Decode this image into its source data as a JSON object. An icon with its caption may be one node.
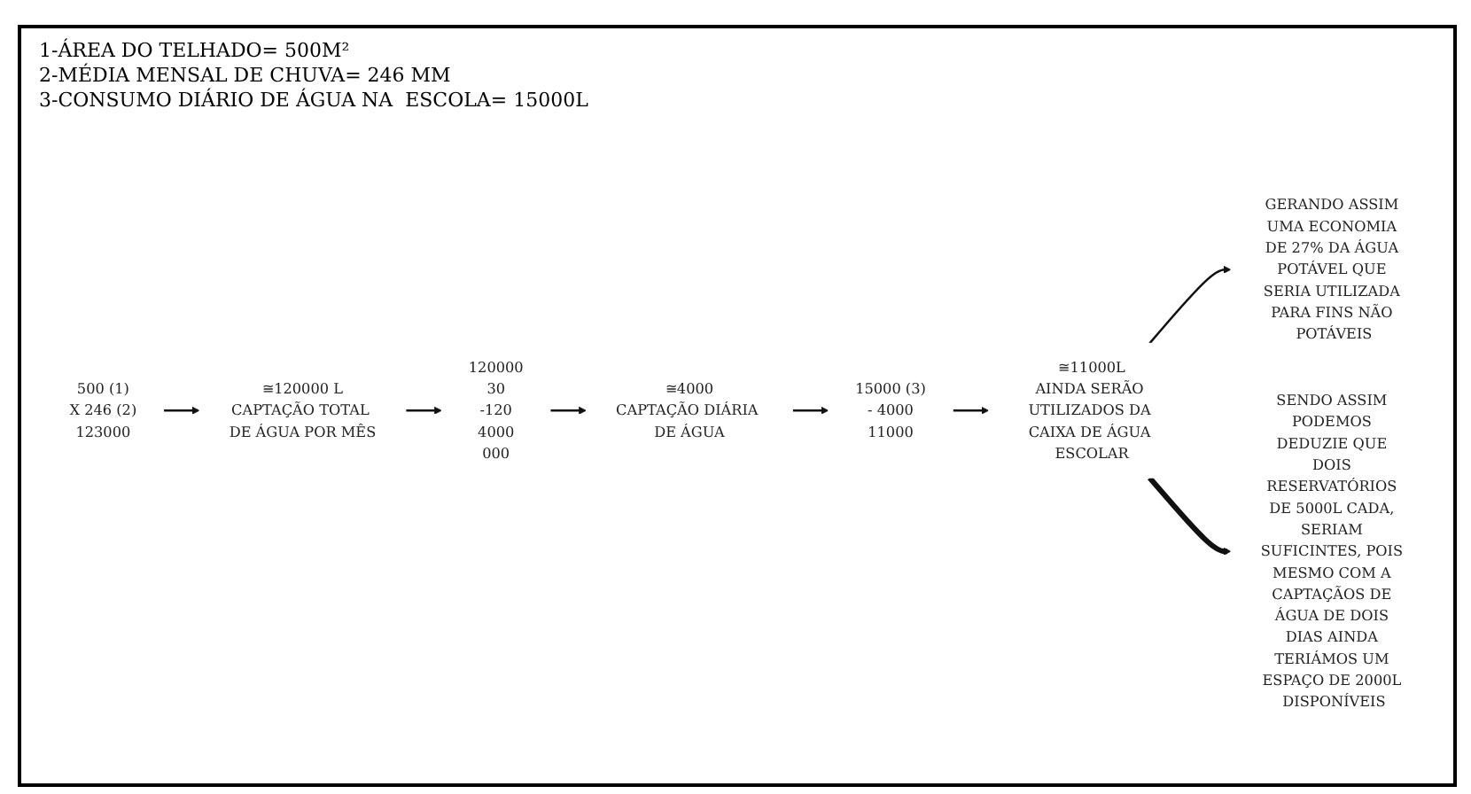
{
  "diagram": {
    "nodes": [
      {
        "text": [
          "500 (1)",
          "X 246 (2)",
          "123000"
        ]
      },
      {
        "text": [
          "≅120000 L",
          "CAPTAÇÃO TOTAL DE ÁGUA POR MÊS"
        ]
      },
      {
        "text": [
          "120000",
          "30",
          "-120",
          "4000",
          "000"
        ]
      },
      {
        "text": [
          "≅4000",
          "CAPTAÇÃO DIÁRIA DE ÁGUA"
        ]
      },
      {
        "text": [
          "15000 (3)",
          "- 4000",
          "11000"
        ]
      },
      {
        "text": [
          "≅11000L",
          "AINDA SERÃO UTILIZADOS DA CAIXA DE ÁGUA ESCOLAR"
        ]
      },
      {
        "text": [
          "GERANDO ASSIM UMA ECONOMIA DE 27% DA ÁGUA POTÁVEL QUE SERIA UTILIZADA PARA FINS NÃO POTÁVEIS"
        ]
      },
      {
        "text": [
          "SENDO ASSIM PODEMOS DEDUZIE QUE DOIS RESERVATÓRIOS DE 5000L CADA, SERIAM SUFICINTES, POIS MESMO COM A CAPTAÇÃOS DE ÁGUA DE DOIS DIAS AINDA TERIÁMOS UM ESPAÇO DE 2000L DISPONÍVEIS"
        ]
      }
    ],
    "edges": [
      {
        "from": 0,
        "to": 1,
        "arrow": "to"
      },
      {
        "from": 1,
        "to": 2,
        "arrow": "to"
      },
      {
        "from": 2,
        "to": 3,
        "arrow": "to"
      },
      {
        "from": 3,
        "to": 4,
        "arrow": "to"
      },
      {
        "from": 4,
        "to": 5,
        "arrow": "to"
      },
      {
        "from": 5,
        "to": 6,
        "arrow": "to"
      },
      {
        "from": 5,
        "to": 7,
        "arrow": "to",
        "style": "thick"
      }
    ],
    "labels": [
      "1-ÁREA DO TELHADO= 500M²",
      "2-MÉDIA MENSAL DE CHUVA= 246 MM",
      "3-CONSUMO DIÁRIO DE ÁGUA NA  ESCOLA= 15000L"
    ]
  }
}
